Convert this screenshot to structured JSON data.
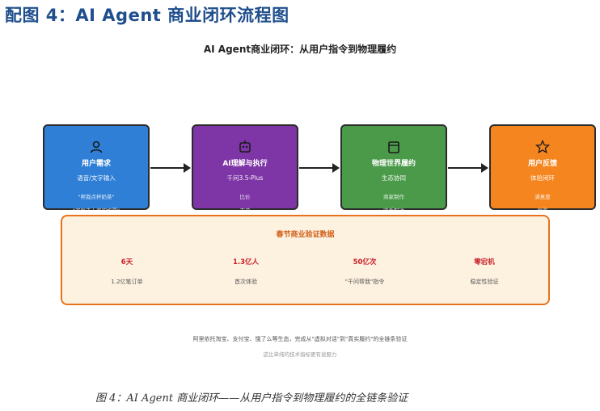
{
  "page_heading": "配图 4：AI Agent 商业闭环流程图",
  "diagram_title": "AI Agent商业闭环：从用户指令到物理履约",
  "stages": [
    {
      "title": "用户需求",
      "subtitle": "语音/文字输入",
      "notes": [
        "\"帮我点杯奶茶\"",
        "\"买张去上海的机票\""
      ],
      "color": "#2f7fd6",
      "icon": "user-icon"
    },
    {
      "title": "AI理解与执行",
      "subtitle": "千问3.5-Plus",
      "notes": [
        "比价",
        "下单"
      ],
      "color": "#7e35a6",
      "icon": "ai-icon"
    },
    {
      "title": "物理世界履约",
      "subtitle": "生态协同",
      "notes": [
        "商家制作",
        "骑手配送"
      ],
      "color": "#4a9a4a",
      "icon": "delivery-icon"
    },
    {
      "title": "用户反馈",
      "subtitle": "体验闭环",
      "notes": [
        "满意度",
        "复购"
      ],
      "color": "#f5861f",
      "icon": "star-icon"
    }
  ],
  "evidence": {
    "title": "春节商业验证数据",
    "metrics": [
      {
        "value": "6天",
        "label": "1.2亿笔订单"
      },
      {
        "value": "1.3亿人",
        "label": "首次体验"
      },
      {
        "value": "50亿次",
        "label": "\"千问帮我\"指令"
      },
      {
        "value": "零宕机",
        "label": "稳定性验证"
      }
    ]
  },
  "footer": {
    "main": "阿里依托淘宝、支付宝、饿了么等生态，完成从\"虚拟对话\"到\"真实履约\"的全链条验证",
    "sub": "这比单纯的技术指标更有说服力"
  },
  "caption": "图 4：AI Agent 商业闭环——从用户指令到物理履约的全链条验证"
}
